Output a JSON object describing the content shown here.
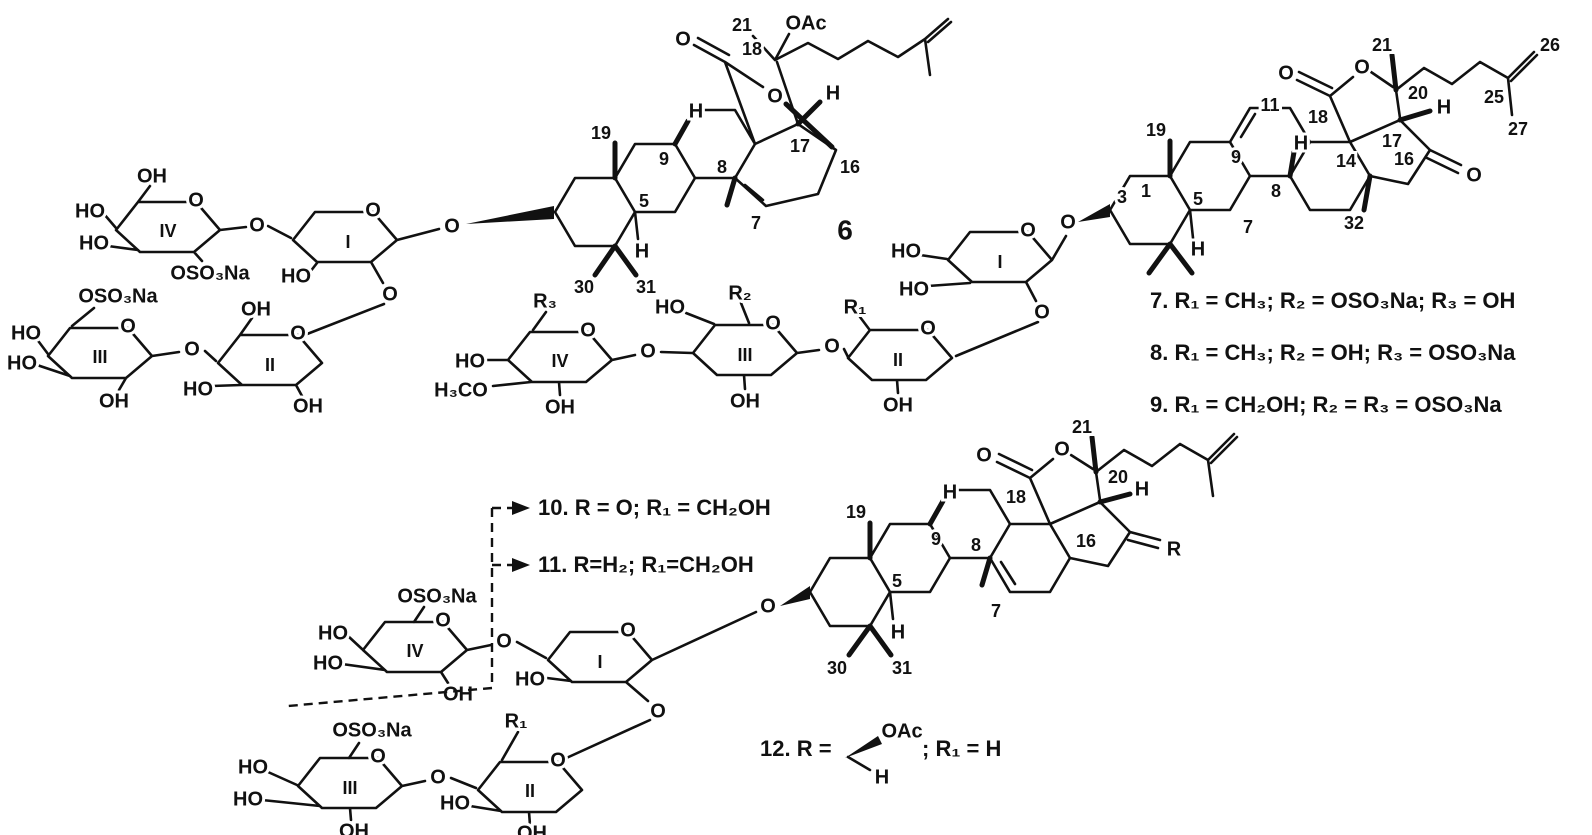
{
  "txt": {
    "O": "O",
    "OH": "OH",
    "HO": "HO",
    "H": "H",
    "OSO3Na": "OSO₃Na",
    "OAc": "OAc",
    "H3CO": "H₃CO",
    "R": "R",
    "R1": "R₁",
    "R2": "R₂",
    "R3": "R₃",
    "I": "I",
    "II": "II",
    "III": "III",
    "IV": "IV"
  },
  "nums": {
    "1": "1",
    "3": "3",
    "5": "5",
    "7": "7",
    "8": "8",
    "9": "9",
    "11": "11",
    "14": "14",
    "16": "16",
    "17": "17",
    "18": "18",
    "19": "19",
    "20": "20",
    "21": "21",
    "25": "25",
    "26": "26",
    "27": "27",
    "30": "30",
    "31": "31",
    "32": "32"
  },
  "compounds": {
    "c6": "6"
  },
  "legend": {
    "l7": "7. R₁ = CH₃; R₂ = OSO₃Na; R₃ = OH",
    "l8": "8. R₁ = CH₃; R₂ = OH; R₃ = OSO₃Na",
    "l9": "9. R₁ = CH₂OH; R₂ = R₃ = OSO₃Na",
    "l10": "10. R = O; R₁ = CH₂OH",
    "l11": "11. R=H₂; R₁=CH₂OH",
    "l12_prefix": "12. R =",
    "l12_oac": "OAc",
    "l12_h": "H",
    "l12_suffix": "; R₁ = H"
  }
}
